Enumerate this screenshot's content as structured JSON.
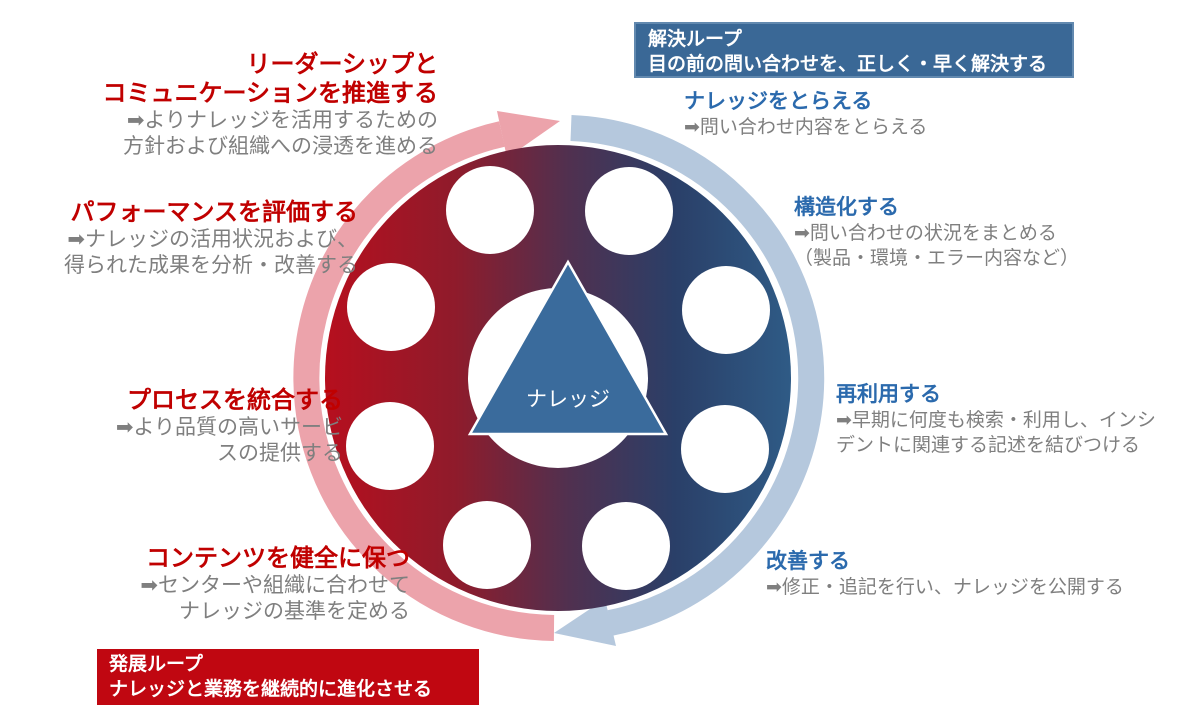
{
  "solve_loop": {
    "box": {
      "title": "解決ループ",
      "subtitle": "目の前の問い合わせを、正しく・早く解決する",
      "bg_color": "#3A6896"
    },
    "steps": [
      {
        "title": "ナレッジをとらえる",
        "desc": [
          "➡問い合わせ内容をとらえる"
        ]
      },
      {
        "title": "構造化する",
        "desc": [
          "➡問い合わせの状況をまとめる",
          "（製品・環境・エラー内容など）"
        ]
      },
      {
        "title": "再利用する",
        "desc": [
          "➡早期に何度も検索・利用し、インシ",
          "デントに関連する記述を結びつける"
        ]
      },
      {
        "title": "改善する",
        "desc": [
          "➡修正・追記を行い、ナレッジを公開する"
        ]
      }
    ],
    "accent_color": "#2B6AAD",
    "arrow_color": "#B5C8DD"
  },
  "evolve_loop": {
    "box": {
      "title": "発展ループ",
      "subtitle": "ナレッジと業務を継続的に進化させる",
      "bg_color": "#C00711"
    },
    "steps": [
      {
        "title": [
          "リーダーシップと",
          "コミュニケーションを推進する"
        ],
        "desc": [
          "➡よりナレッジを活用するための",
          "方針および組織への浸透を進める"
        ]
      },
      {
        "title": [
          "パフォーマンスを評価する"
        ],
        "desc": [
          "➡ナレッジの活用状況および、",
          "得られた成果を分析・改善する"
        ]
      },
      {
        "title": [
          "プロセスを統合する"
        ],
        "desc": [
          "➡より品質の高いサービ",
          "スの提供する"
        ]
      },
      {
        "title": [
          "コンテンツを健全に保つ"
        ],
        "desc": [
          "➡センターや組織に合わせて",
          "ナレッジの基準を定める"
        ]
      }
    ],
    "accent_color": "#C00000",
    "arrow_color": "#ECA3AB"
  },
  "center": {
    "label": "ナレッジ",
    "triangle_color": "#3A6B9C"
  },
  "ring": {
    "gradient_left": "#B60F1E",
    "gradient_mid": "#51304F",
    "gradient_right": "#2F5B86"
  },
  "desc_text_color": "#7F7F7F"
}
